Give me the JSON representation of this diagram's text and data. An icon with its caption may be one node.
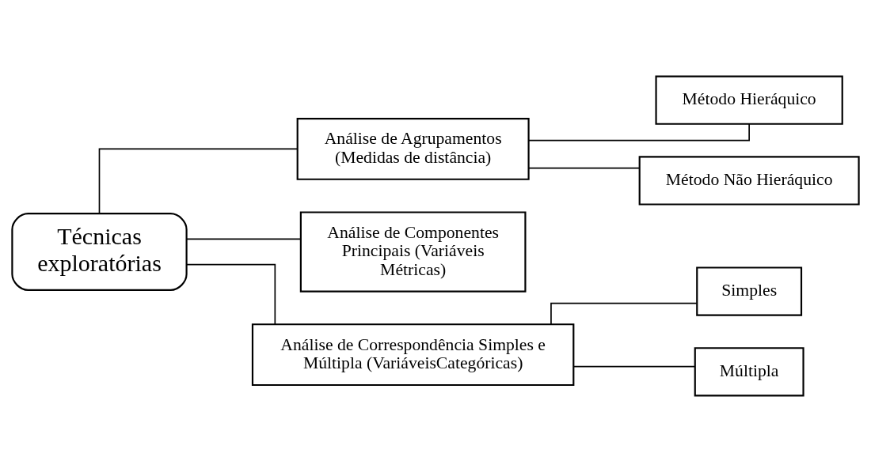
{
  "diagram": {
    "nodes": [
      {
        "text": [
          "Técnicas exploratórias"
        ]
      },
      {
        "text": [
          "Análise de Agrupamentos (Medidas de distância)"
        ]
      },
      {
        "text": [
          "Método Hieráquico"
        ]
      },
      {
        "text": [
          "Método Não Hieráquico"
        ]
      },
      {
        "text": [
          "Análise de Componentes Principais (Variáveis Métricas)"
        ]
      },
      {
        "text": [
          "Análise de Correspondência Simples e Múltipla (VariáveisCategóricas)"
        ]
      },
      {
        "text": [
          "Simples"
        ]
      },
      {
        "text": [
          "Múltipla"
        ]
      }
    ],
    "edges": [
      {
        "from": 0,
        "to": 1,
        "arrow": "none"
      },
      {
        "from": 1,
        "to": 2,
        "arrow": "none"
      },
      {
        "from": 1,
        "to": 3,
        "arrow": "none"
      },
      {
        "from": 0,
        "to": 4,
        "arrow": "none"
      },
      {
        "from": 0,
        "to": 5,
        "arrow": "none"
      },
      {
        "from": 5,
        "to": 6,
        "arrow": "none"
      },
      {
        "from": 5,
        "to": 7,
        "arrow": "none"
      }
    ]
  }
}
